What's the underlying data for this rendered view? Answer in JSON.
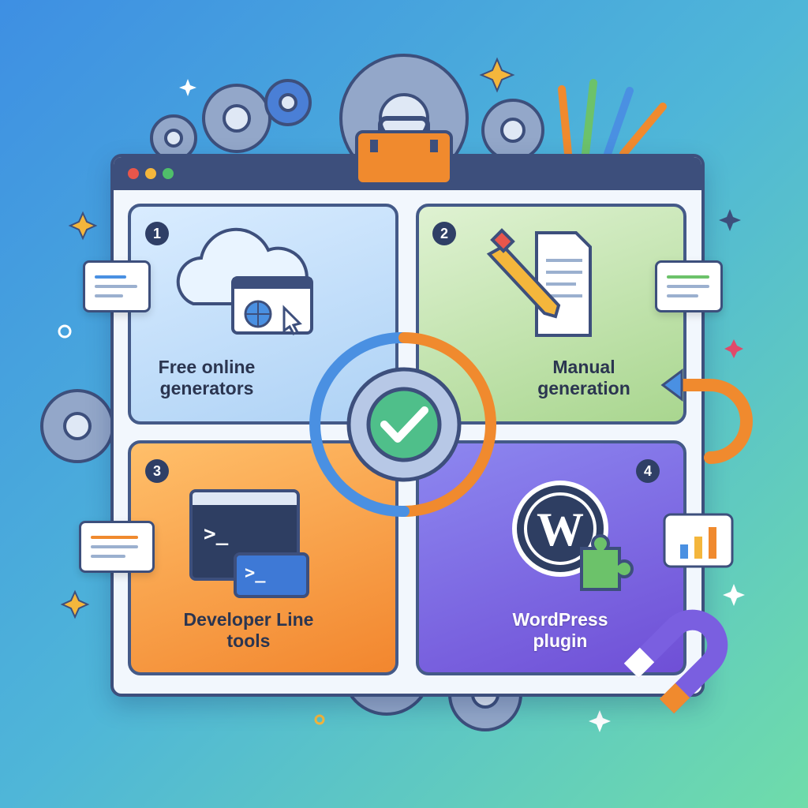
{
  "window": {
    "controls": [
      "close-dot",
      "minimize-dot",
      "maximize-dot"
    ],
    "colors": {
      "frame": "#3d4f7c",
      "close": "#e8564b",
      "minimize": "#f4b63c",
      "maximize": "#4fbf6a"
    }
  },
  "steps": [
    {
      "number": "1",
      "label": "Free online\ngenerators",
      "icon": "cloud-browser-icon"
    },
    {
      "number": "2",
      "label": "Manual\ngeneration",
      "icon": "pencil-document-icon"
    },
    {
      "number": "3",
      "label": "Developer Line\ntools",
      "icon": "terminal-icon"
    },
    {
      "number": "4",
      "label": "WordPress\nplugin",
      "icon": "wordpress-puzzle-icon"
    }
  ],
  "terminal": {
    "prompt": ">_"
  },
  "decorations": [
    "gear-icon",
    "toolbox-icon",
    "brushes-icon",
    "magnet-icon",
    "chat-bubble-icon",
    "bar-chart-icon",
    "sparkle-icon",
    "check-gear-icon"
  ],
  "colors": {
    "orange": "#f08a2e",
    "green": "#6cc26a",
    "purple": "#7a5fe0",
    "blue": "#4a90e2"
  }
}
